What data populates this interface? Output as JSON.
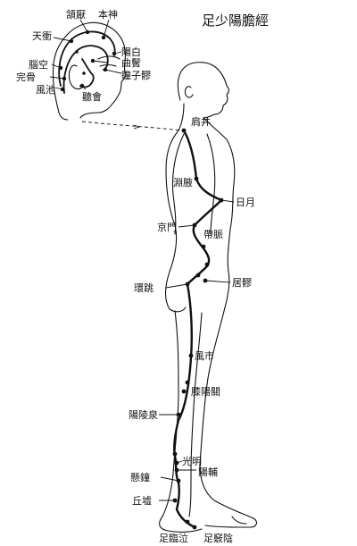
{
  "title": "足少陽膽經",
  "head_labels": {
    "hanyan": "頷厭",
    "benshen": "本神",
    "tianchong": "天衝",
    "yangbai": "陽白",
    "qubin": "曲鬢",
    "tongziliao": "瞳子髎",
    "naokong": "腦空",
    "wangu": "完骨",
    "fengchi": "風池",
    "tinghui": "聽會"
  },
  "body_labels": {
    "jianjing": "肩井",
    "yuanye": "淵腋",
    "riyue": "日月",
    "jingmen": "京門",
    "daimai": "帶脈",
    "juliao": "居髎",
    "huantiao": "環跳",
    "fengshi": "風市",
    "xiyangguan": "膝陽關",
    "yanglingquan": "陽陵泉",
    "guangming": "光明",
    "yangfu": "陽輔",
    "xuanzhong": "懸鐘",
    "qiuxu": "丘墟",
    "zulinqi": "足臨泣",
    "zuqiaoyin": "足竅陰"
  }
}
